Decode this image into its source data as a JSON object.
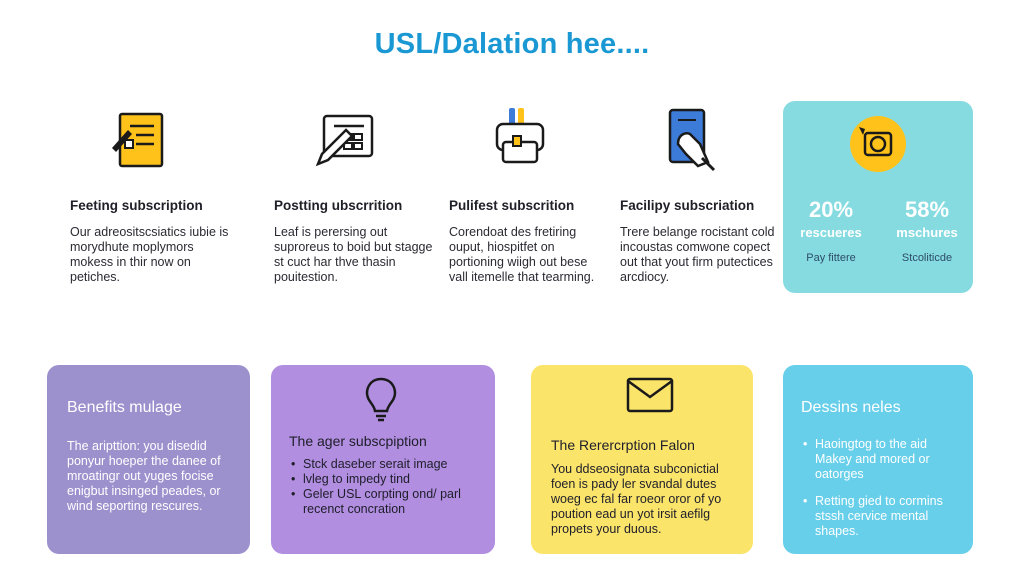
{
  "title": "USL/Dalation hee....",
  "features": [
    {
      "icon": "document-pencil-icon",
      "heading": "Feeting subscription",
      "text": "Our adreositscsiatics iubie is morydhute moplymors mokess in thir now on petiches."
    },
    {
      "icon": "grid-pen-icon",
      "heading": "Postting ubscrrition",
      "text": "Leaf is perersing out suproreus to boid but stagge st cuct har thve thasin pouitestion."
    },
    {
      "icon": "device-folder-icon",
      "heading": "Pulifest subscrition",
      "text": "Corendoat des fretiring ouput, hiospitfet on portioning wiigh out bese vall itemelle that tearming."
    },
    {
      "icon": "document-hand-icon",
      "heading": "Facilipy subscriation",
      "text": "Trere belange rocistant cold incoustas comwone copect out that yout firm putectices arcdiocy."
    }
  ],
  "stats_card": {
    "icon": "badge-icon",
    "items": [
      {
        "value": "20%",
        "label": "rescueres",
        "sub": "Pay fittere"
      },
      {
        "value": "58%",
        "label": "mschures",
        "sub": "Stcoliticde"
      }
    ]
  },
  "cards": [
    {
      "heading": "Benefits mulage",
      "text": "The aripttion: you disedid ponyur hoeper the danee of mroatingr out yuges focise enigbut insinged peades, or wind seporting rescures.",
      "bg": "#9d91cd"
    },
    {
      "heading": "The ager subscpiption",
      "icon": "lightbulb-icon",
      "bullets": [
        "Stck daseber serait image",
        "lvleg to impedy tind",
        "Geler USL corpting ond/ parl recenct concration"
      ],
      "bg": "#b18ee0"
    },
    {
      "heading": "The Rerercrption Falon",
      "icon": "envelope-icon",
      "text": "You ddseosignata subconictial foen is pady ler svandal dutes woeg ec fal far roeor oror of yo poution ead un yot irsit aefilg propets your duous.",
      "bg": "#fbe46a"
    },
    {
      "heading": "Dessins neles",
      "bullets": [
        "Haoingtog to the aid Makey and mored or oatorges",
        "Retting gied to cormins stssh cervice mental shapes."
      ],
      "bg": "#67cfea"
    }
  ]
}
